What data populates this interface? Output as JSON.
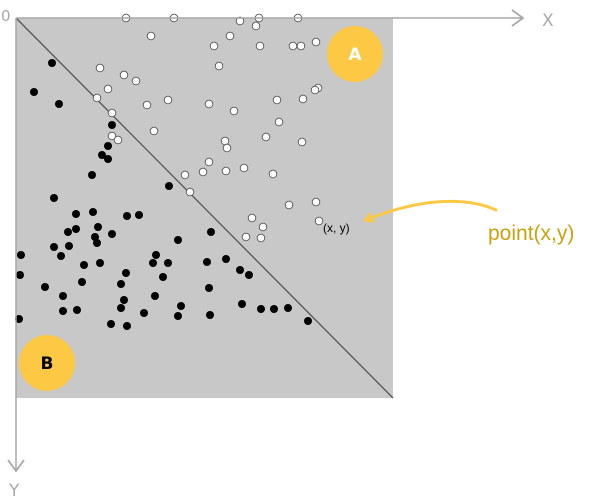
{
  "labels": {
    "origin": "0",
    "x_axis": "X",
    "y_axis": "Y",
    "region_a": "A",
    "region_b": "B",
    "point_coord": "(x, y)",
    "point_caption": "point(x,y)"
  },
  "colors": {
    "plane": "#c8c8c8",
    "axis": "#a8a8a8",
    "divider": "#555555",
    "badge": "#fdc945",
    "caption": "#c9a20f",
    "arrow": "#fdc945",
    "point_filled": "#000000",
    "point_hollow": "#ffffff"
  },
  "chart_data": {
    "type": "scatter",
    "note_divider": "line y = x",
    "points_above": [
      [
        110,
        0
      ],
      [
        135,
        18
      ],
      [
        158,
        0
      ],
      [
        224,
        3
      ],
      [
        243,
        0
      ],
      [
        282,
        0
      ],
      [
        240,
        8
      ],
      [
        198,
        28
      ],
      [
        214,
        18
      ],
      [
        244,
        28
      ],
      [
        277,
        28
      ],
      [
        285,
        28
      ],
      [
        300,
        24
      ],
      [
        84,
        50
      ],
      [
        108,
        57
      ],
      [
        120,
        63
      ],
      [
        203,
        48
      ],
      [
        92,
        71
      ],
      [
        81,
        80
      ],
      [
        131,
        87
      ],
      [
        152,
        82
      ],
      [
        96,
        95
      ],
      [
        138,
        113
      ],
      [
        193,
        86
      ],
      [
        218,
        93
      ],
      [
        261,
        82
      ],
      [
        287,
        81
      ],
      [
        302,
        70
      ],
      [
        299,
        72
      ],
      [
        263,
        104
      ],
      [
        250,
        119
      ],
      [
        209,
        123
      ],
      [
        211,
        130
      ],
      [
        286,
        124
      ],
      [
        193,
        144
      ],
      [
        187,
        154
      ],
      [
        228,
        150
      ],
      [
        210,
        153
      ],
      [
        257,
        156
      ],
      [
        169,
        157
      ],
      [
        300,
        184
      ],
      [
        273,
        187
      ],
      [
        303,
        203
      ],
      [
        236,
        200
      ],
      [
        247,
        209
      ],
      [
        230,
        219
      ],
      [
        245,
        220
      ],
      [
        96,
        118
      ],
      [
        102,
        122
      ],
      [
        174,
        174
      ]
    ],
    "points_below": [
      [
        36,
        45
      ],
      [
        18,
        74
      ],
      [
        43,
        86
      ],
      [
        96,
        107
      ],
      [
        86,
        137
      ],
      [
        92,
        128
      ],
      [
        92,
        141
      ],
      [
        76,
        157
      ],
      [
        153,
        168
      ],
      [
        38,
        180
      ],
      [
        60,
        196
      ],
      [
        60,
        211
      ],
      [
        77,
        194
      ],
      [
        82,
        209
      ],
      [
        79,
        219
      ],
      [
        111,
        198
      ],
      [
        123,
        197
      ],
      [
        81,
        225
      ],
      [
        96,
        216
      ],
      [
        52,
        214
      ],
      [
        53,
        228
      ],
      [
        38,
        229
      ],
      [
        45,
        238
      ],
      [
        5,
        237
      ],
      [
        84,
        245
      ],
      [
        140,
        237
      ],
      [
        162,
        222
      ],
      [
        137,
        245
      ],
      [
        195,
        214
      ],
      [
        152,
        245
      ],
      [
        147,
        259
      ],
      [
        110,
        255
      ],
      [
        4,
        257
      ],
      [
        68,
        247
      ],
      [
        191,
        244
      ],
      [
        210,
        241
      ],
      [
        224,
        252
      ],
      [
        233,
        257
      ],
      [
        66,
        264
      ],
      [
        29,
        269
      ],
      [
        47,
        278
      ],
      [
        47,
        293
      ],
      [
        3,
        301
      ],
      [
        61,
        292
      ],
      [
        105,
        266
      ],
      [
        108,
        282
      ],
      [
        105,
        290
      ],
      [
        111,
        308
      ],
      [
        95,
        306
      ],
      [
        128,
        295
      ],
      [
        139,
        278
      ],
      [
        165,
        288
      ],
      [
        162,
        298
      ],
      [
        194,
        297
      ],
      [
        226,
        286
      ],
      [
        245,
        291
      ],
      [
        258,
        291
      ],
      [
        272,
        290
      ],
      [
        292,
        303
      ],
      [
        193,
        270
      ]
    ]
  }
}
